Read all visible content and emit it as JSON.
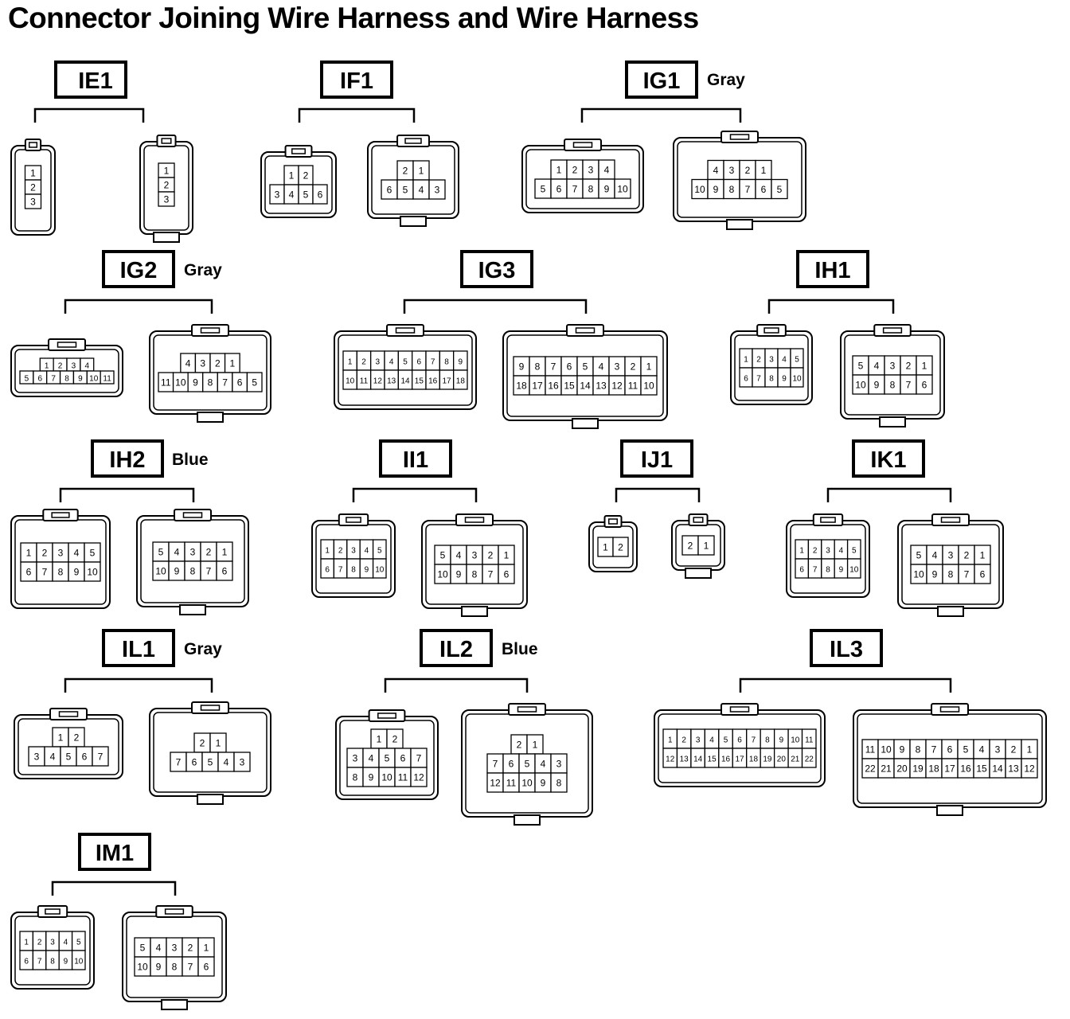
{
  "title": "Connector Joining Wire Harness and Wire Harness",
  "connectors": [
    {
      "id": "IE1",
      "color": "",
      "left": {
        "rows": [
          [
            "1"
          ],
          [
            "2"
          ],
          [
            "3"
          ]
        ]
      },
      "right": {
        "rows": [
          [
            "1"
          ],
          [
            "2"
          ],
          [
            "3"
          ]
        ]
      }
    },
    {
      "id": "IF1",
      "color": "",
      "left": {
        "rows": [
          [
            "1",
            "2"
          ],
          [
            "3",
            "4",
            "5",
            "6"
          ]
        ]
      },
      "right": {
        "rows": [
          [
            "2",
            "1"
          ],
          [
            "6",
            "5",
            "4",
            "3"
          ]
        ]
      }
    },
    {
      "id": "IG1",
      "color": "Gray",
      "left": {
        "rows": [
          [
            "1",
            "2",
            "3",
            "4"
          ],
          [
            "5",
            "6",
            "7",
            "8",
            "9",
            "10"
          ]
        ]
      },
      "right": {
        "rows": [
          [
            "4",
            "3",
            "2",
            "1"
          ],
          [
            "10",
            "9",
            "8",
            "7",
            "6",
            "5"
          ]
        ]
      }
    },
    {
      "id": "IG2",
      "color": "Gray",
      "left": {
        "rows": [
          [
            "1",
            "2",
            "3",
            "4"
          ],
          [
            "5",
            "6",
            "7",
            "8",
            "9",
            "10",
            "11"
          ]
        ]
      },
      "right": {
        "rows": [
          [
            "4",
            "3",
            "2",
            "1"
          ],
          [
            "11",
            "10",
            "9",
            "8",
            "7",
            "6",
            "5"
          ]
        ]
      }
    },
    {
      "id": "IG3",
      "color": "",
      "left": {
        "rows": [
          [
            "1",
            "2",
            "3",
            "4",
            "5",
            "6",
            "7",
            "8",
            "9"
          ],
          [
            "10",
            "11",
            "12",
            "13",
            "14",
            "15",
            "16",
            "17",
            "18"
          ]
        ]
      },
      "right": {
        "rows": [
          [
            "9",
            "8",
            "7",
            "6",
            "5",
            "4",
            "3",
            "2",
            "1"
          ],
          [
            "18",
            "17",
            "16",
            "15",
            "14",
            "13",
            "12",
            "11",
            "10"
          ]
        ]
      }
    },
    {
      "id": "IH1",
      "color": "",
      "left": {
        "rows": [
          [
            "1",
            "2",
            "3",
            "4",
            "5"
          ],
          [
            "6",
            "7",
            "8",
            "9",
            "10"
          ]
        ]
      },
      "right": {
        "rows": [
          [
            "5",
            "4",
            "3",
            "2",
            "1"
          ],
          [
            "10",
            "9",
            "8",
            "7",
            "6"
          ]
        ]
      }
    },
    {
      "id": "IH2",
      "color": "Blue",
      "left": {
        "rows": [
          [
            "1",
            "2",
            "3",
            "4",
            "5"
          ],
          [
            "6",
            "7",
            "8",
            "9",
            "10"
          ]
        ]
      },
      "right": {
        "rows": [
          [
            "5",
            "4",
            "3",
            "2",
            "1"
          ],
          [
            "10",
            "9",
            "8",
            "7",
            "6"
          ]
        ]
      }
    },
    {
      "id": "II1",
      "color": "",
      "left": {
        "rows": [
          [
            "1",
            "2",
            "3",
            "4",
            "5"
          ],
          [
            "6",
            "7",
            "8",
            "9",
            "10"
          ]
        ]
      },
      "right": {
        "rows": [
          [
            "5",
            "4",
            "3",
            "2",
            "1"
          ],
          [
            "10",
            "9",
            "8",
            "7",
            "6"
          ]
        ]
      }
    },
    {
      "id": "IJ1",
      "color": "",
      "left": {
        "rows": [
          [
            "1",
            "2"
          ]
        ]
      },
      "right": {
        "rows": [
          [
            "2",
            "1"
          ]
        ]
      }
    },
    {
      "id": "IK1",
      "color": "",
      "left": {
        "rows": [
          [
            "1",
            "2",
            "3",
            "4",
            "5"
          ],
          [
            "6",
            "7",
            "8",
            "9",
            "10"
          ]
        ]
      },
      "right": {
        "rows": [
          [
            "5",
            "4",
            "3",
            "2",
            "1"
          ],
          [
            "10",
            "9",
            "8",
            "7",
            "6"
          ]
        ]
      }
    },
    {
      "id": "IL1",
      "color": "Gray",
      "left": {
        "rows": [
          [
            "1",
            "2"
          ],
          [
            "3",
            "4",
            "5",
            "6",
            "7"
          ]
        ]
      },
      "right": {
        "rows": [
          [
            "2",
            "1"
          ],
          [
            "7",
            "6",
            "5",
            "4",
            "3"
          ]
        ]
      }
    },
    {
      "id": "IL2",
      "color": "Blue",
      "left": {
        "rows": [
          [
            "1",
            "2"
          ],
          [
            "3",
            "4",
            "5",
            "6",
            "7"
          ],
          [
            "8",
            "9",
            "10",
            "11",
            "12"
          ]
        ]
      },
      "right": {
        "rows": [
          [
            "2",
            "1"
          ],
          [
            "7",
            "6",
            "5",
            "4",
            "3"
          ],
          [
            "12",
            "11",
            "10",
            "9",
            "8"
          ]
        ]
      }
    },
    {
      "id": "IL3",
      "color": "",
      "left": {
        "rows": [
          [
            "1",
            "2",
            "3",
            "4",
            "5",
            "6",
            "7",
            "8",
            "9",
            "10",
            "11"
          ],
          [
            "12",
            "13",
            "14",
            "15",
            "16",
            "17",
            "18",
            "19",
            "20",
            "21",
            "22"
          ]
        ]
      },
      "right": {
        "rows": [
          [
            "11",
            "10",
            "9",
            "8",
            "7",
            "6",
            "5",
            "4",
            "3",
            "2",
            "1"
          ],
          [
            "22",
            "21",
            "20",
            "19",
            "18",
            "17",
            "16",
            "15",
            "14",
            "13",
            "12"
          ]
        ]
      }
    },
    {
      "id": "IM1",
      "color": "",
      "left": {
        "rows": [
          [
            "1",
            "2",
            "3",
            "4",
            "5"
          ],
          [
            "6",
            "7",
            "8",
            "9",
            "10"
          ]
        ]
      },
      "right": {
        "rows": [
          [
            "5",
            "4",
            "3",
            "2",
            "1"
          ],
          [
            "10",
            "9",
            "8",
            "7",
            "6"
          ]
        ]
      }
    }
  ]
}
